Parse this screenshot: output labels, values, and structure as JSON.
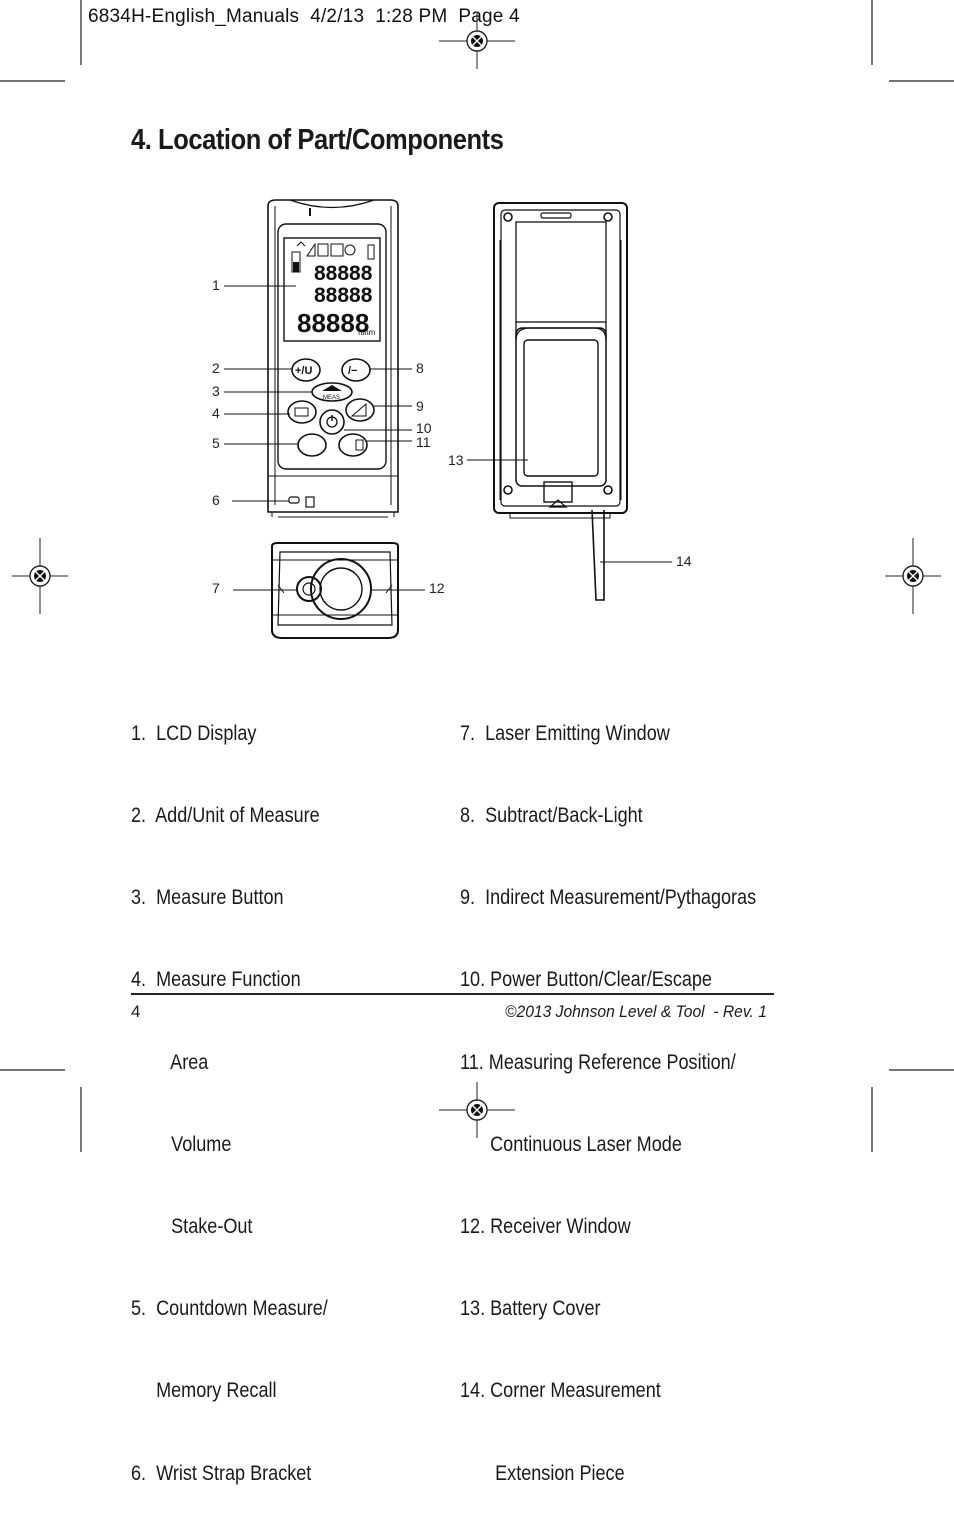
{
  "slug": {
    "file": "6834H-English_Manuals",
    "date": "4/2/13",
    "time": "1:28 PM",
    "page_label": "Page 4"
  },
  "title": "4. Location of Part/Components",
  "callouts": {
    "c1": "1",
    "c2": "2",
    "c3": "3",
    "c4": "4",
    "c5": "5",
    "c6": "6",
    "c7": "7",
    "c8": "8",
    "c9": "9",
    "c10": "10",
    "c11": "11",
    "c12": "12",
    "c13": "13",
    "c14": "14"
  },
  "device": {
    "plus_u": "+/U",
    "minus": "/−",
    "meas": "MEAS",
    "lcd_digits": "88888",
    "unit_ftinm": "ftinm"
  },
  "parts_left": [
    "1.  LCD Display",
    "2.  Add/Unit of Measure",
    "3.  Measure Button",
    "4.  Measure Function",
    "        Area",
    "        Volume",
    "        Stake-Out",
    "5.  Countdown Measure/",
    "     Memory Recall",
    "6.  Wrist Strap Bracket"
  ],
  "parts_right": [
    "7.  Laser Emitting Window",
    "8.  Subtract/Back-Light",
    "9.  Indirect Measurement/Pythagoras",
    "10. Power Button/Clear/Escape",
    "11. Measuring Reference Position/",
    "      Continuous Laser Mode",
    "12. Receiver Window",
    "13. Battery Cover",
    "14. Corner Measurement",
    "       Extension Piece"
  ],
  "footer": {
    "page_number": "4",
    "copyright": "©2013 Johnson Level & Tool  - Rev. 1"
  }
}
